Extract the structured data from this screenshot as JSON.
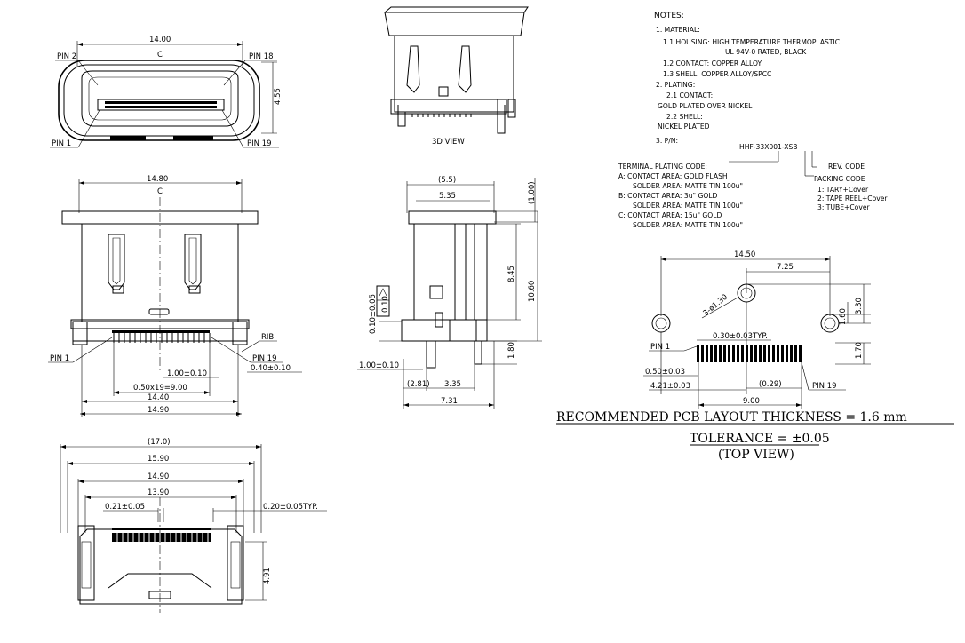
{
  "front_view": {
    "width": "14.00",
    "pin2": "PIN 2",
    "pin18": "PIN 18",
    "pin1": "PIN 1",
    "pin19": "PIN 19",
    "height": "4.55"
  },
  "view_3d_label": "3D VIEW",
  "top_view": {
    "width": "14.80",
    "pin1": "PIN 1",
    "pin19": "PIN 19",
    "rib": "RIB",
    "d1": "1.00±0.10",
    "d2": "0.40±0.10",
    "pitch": "0.50x19=9.00",
    "w2": "14.40",
    "w3": "14.90"
  },
  "side_view": {
    "d55": "(5.5)",
    "d535": "5.35",
    "d100": "(1.00)",
    "d845": "8.45",
    "d1060": "10.60",
    "flat": "0.10",
    "tol": "0.10±0.05",
    "d180": "1.80",
    "d100b": "1.00±0.10",
    "d281": "(2.81)",
    "d335": "3.35",
    "d731": "7.31"
  },
  "bottom_view": {
    "d17": "(17.0)",
    "d1590": "15.90",
    "d1490": "14.90",
    "d1390": "13.90",
    "d021": "0.21±0.05",
    "d020": "0.20±0.05TYP.",
    "d491": "4.91"
  },
  "notes": {
    "title": "NOTES:",
    "lines": [
      "1. MATERIAL:",
      "1.1 HOUSING: HIGH TEMPERATURE THERMOPLASTIC",
      "UL 94V-0 RATED, BLACK",
      "1.2 CONTACT: COPPER ALLOY",
      "1.3 SHELL: COPPER ALLOY/SPCC",
      "2. PLATING:",
      "2.1 CONTACT:",
      "GOLD PLATED OVER NICKEL",
      "2.2 SHELL:",
      "NICKEL PLATED",
      "3. P/N:"
    ],
    "pn": "HHF-33X001-XSB",
    "terminal_title": "TERMINAL PLATING CODE:",
    "terminal_lines": [
      "A: CONTACT AREA: GOLD FLASH",
      "SOLDER AREA: MATTE TIN 100u\"",
      "B: CONTACT AREA: 3u\" GOLD",
      "SOLDER AREA: MATTE TIN 100u\"",
      "C: CONTACT AREA: 15u\" GOLD",
      "SOLDER AREA: MATTE TIN 100u\""
    ],
    "rev_code": "REV. CODE",
    "packing_title": "PACKING CODE",
    "packing_lines": [
      "1: TARY+Cover",
      "2: TAPE REEL+Cover",
      "3: TUBE+Cover"
    ]
  },
  "pcb": {
    "d1450": "14.50",
    "d725": "7.25",
    "hole": "3-ø1.30",
    "d160": "1.60",
    "d330": "3.30",
    "pitch": "0.30±0.03TYP.",
    "pin1": "PIN 1",
    "d170": "1.70",
    "d050": "0.50±0.03",
    "d421": "4.21±0.03",
    "d029": "(0.29)",
    "pin19": "PIN 19",
    "d900": "9.00"
  },
  "captions": {
    "layout": "RECOMMENDED PCB LAYOUT THICKNESS = 1.6 mm",
    "tolerance": "TOLERANCE = ±0.05",
    "view": "(TOP VIEW)"
  }
}
